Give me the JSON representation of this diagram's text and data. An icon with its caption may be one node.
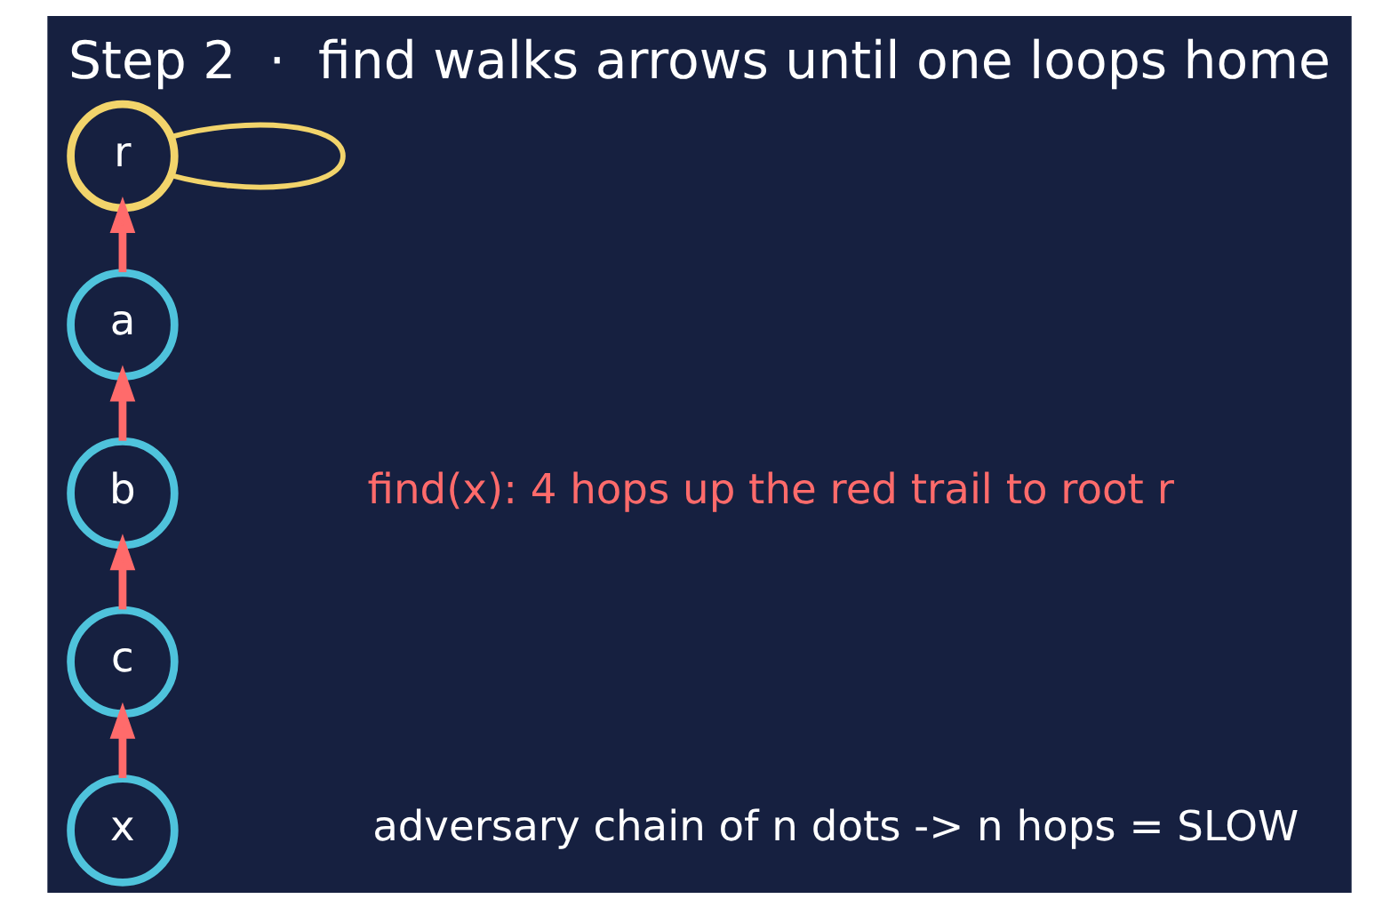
{
  "diagram": {
    "title": "Step 2  ·  find walks arrows until one loops home",
    "nodes": [
      {
        "text": [
          "r"
        ]
      },
      {
        "text": [
          "a"
        ]
      },
      {
        "text": [
          "b"
        ]
      },
      {
        "text": [
          "c"
        ]
      },
      {
        "text": [
          "x"
        ]
      }
    ],
    "edges": [
      {
        "from": 0,
        "to": 0,
        "arrow": "none",
        "color": "#f2d46b"
      },
      {
        "from": 1,
        "to": 0,
        "arrow": "to"
      },
      {
        "from": 2,
        "to": 1,
        "arrow": "to"
      },
      {
        "from": 3,
        "to": 2,
        "arrow": "to"
      },
      {
        "from": 4,
        "to": 3,
        "arrow": "to"
      }
    ],
    "labels": [
      "find(x): 4 hops up the red trail to root r",
      "adversary chain of n dots -> n hops = SLOW"
    ]
  }
}
